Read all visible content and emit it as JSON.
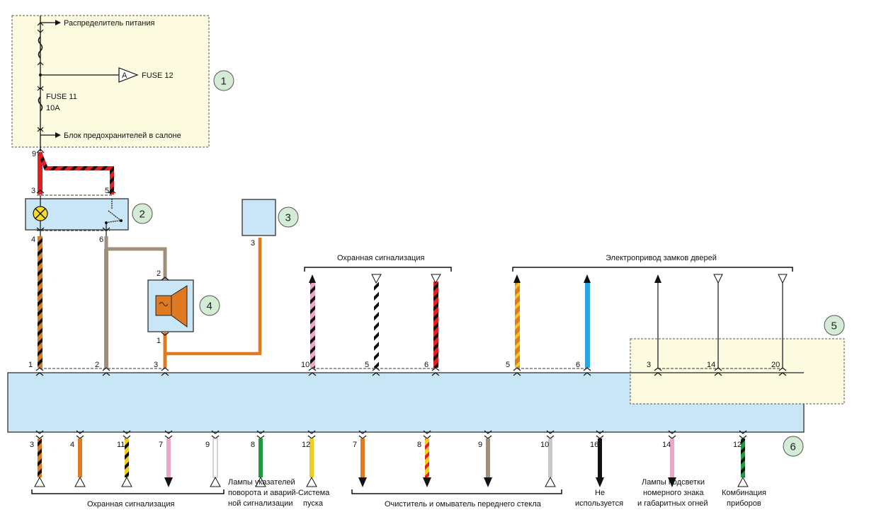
{
  "colors": {
    "zone_yellow": "#fcfbe0",
    "block_blue": "#c9e6f7",
    "marker_green": "#d4ecd6",
    "red": "#e02020",
    "black": "#111111",
    "orange": "#e07a22",
    "gray_brown": "#a08f7a",
    "pink": "#e9a8c6",
    "yellow": "#f1cc1c",
    "blue": "#2aa5dd",
    "green": "#1e9a3e",
    "light_gray": "#c8c8c8",
    "white": "#ffffff"
  },
  "block1": {
    "label_power": "Распределитель питания",
    "label_fuse12": "FUSE 12",
    "label_a": "A",
    "label_fuse11": "FUSE 11",
    "label_10a": "10A",
    "label_fuse_box": "Блок предохранителей в салоне",
    "pin_out": "9"
  },
  "markers": [
    "1",
    "2",
    "3",
    "4",
    "5",
    "6"
  ],
  "block2_pins": {
    "top_left": "3",
    "top_right": "5",
    "bottom_left": "4",
    "bottom_right": "6"
  },
  "block3_pins": {
    "bottom": "3"
  },
  "block4_pins": {
    "top": "2",
    "bottom": "1"
  },
  "groups_top": {
    "alarm": "Охранная сигнализация",
    "locks": "Электропривод замков дверей"
  },
  "top_pins": [
    "1",
    "2",
    "3",
    "10",
    "5",
    "6",
    "5",
    "6",
    "3",
    "14",
    "20"
  ],
  "bottom_pins": [
    "3",
    "4",
    "11",
    "7",
    "9",
    "8",
    "12",
    "7",
    "8",
    "9",
    "10",
    "16",
    "14",
    "12"
  ],
  "bottom_labels": {
    "alarm": "Охранная сигнализация",
    "lamps_turn_1": "Лампы указателей",
    "lamps_turn_2": "поворота и аварий-",
    "lamps_turn_3": "ной сигнализации",
    "start_1": "Система",
    "start_2": "пуска",
    "wiper": "Очиститель и омыватель переднего стекла",
    "not_used_1": "Не",
    "not_used_2": "используется",
    "plate_1": "Лампы подсветки",
    "plate_2": "номерного знака",
    "plate_3": "и габаритных огней",
    "cluster_1": "Комбинация",
    "cluster_2": "приборов"
  }
}
